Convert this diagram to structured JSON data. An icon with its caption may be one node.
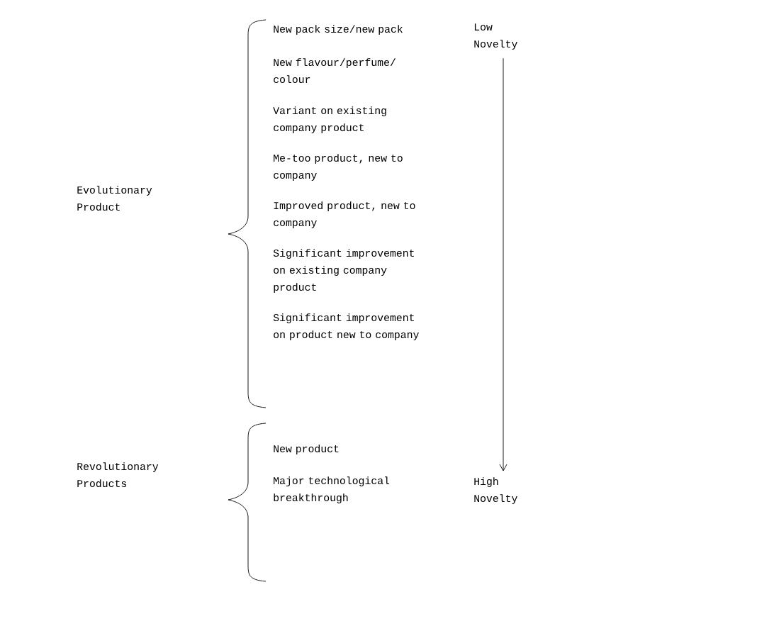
{
  "diagram": {
    "nodes": [
      {
        "text": [
          "Low Novelty"
        ]
      },
      {
        "text": [
          "High Novelty"
        ]
      }
    ],
    "edges": [
      {
        "from": 0,
        "to": 1,
        "arrow": "to"
      }
    ],
    "labels": [
      "Evolutionary Product",
      "New pack size/new pack",
      "New flavour/perfume/ colour",
      "Variant on existing company product",
      "Me-too product, new to company",
      "Improved product, new to company",
      "Significant improvement on existing company product",
      "Significant improvement on product new to company",
      "Revolutionary Products",
      "New product",
      "Major technological breakthrough"
    ]
  }
}
